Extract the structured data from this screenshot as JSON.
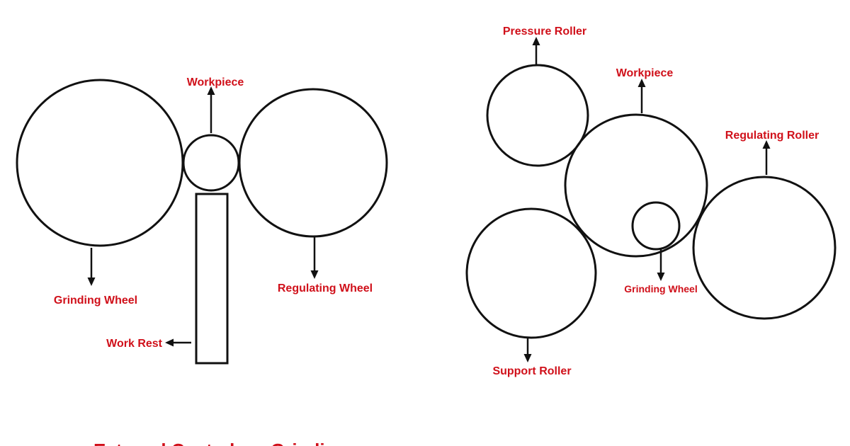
{
  "left_diagram": {
    "grinding_wheel": "Grinding Wheel",
    "workpiece": "Workpiece",
    "regulating_wheel": "Regulating Wheel",
    "work_rest": "Work Rest"
  },
  "right_diagram": {
    "pressure_roller": "Pressure Roller",
    "workpiece": "Workpiece",
    "regulating_roller": "Regulating Roller",
    "grinding_wheel": "Grinding Wheel",
    "support_roller": "Support Roller"
  },
  "caption": "External Centerless Grinding",
  "colors": {
    "label": "#d0101a",
    "outline": "#111111"
  }
}
